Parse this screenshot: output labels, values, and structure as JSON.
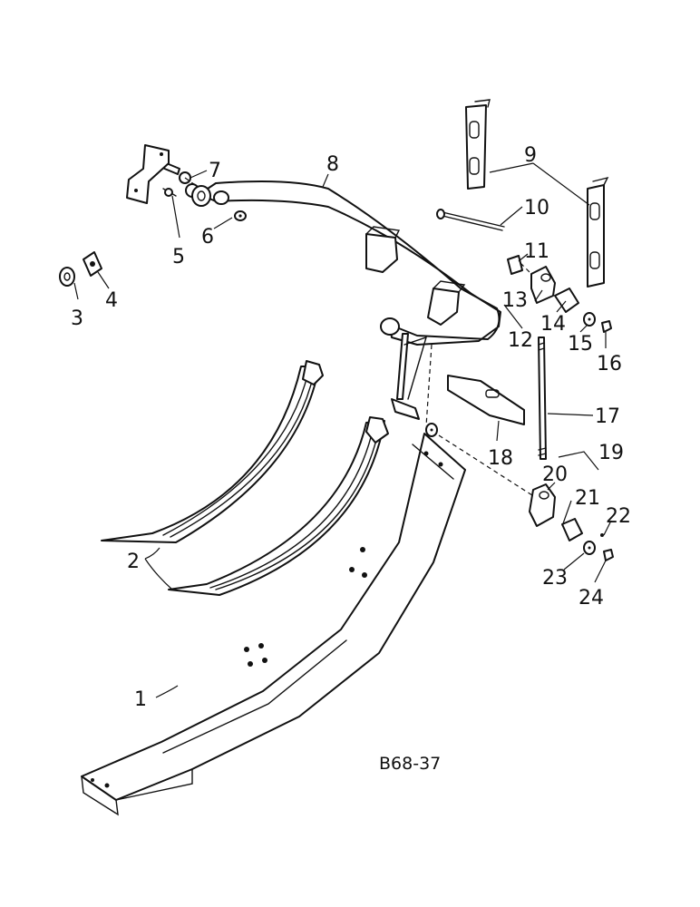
{
  "diagram_code": "B68-37",
  "callouts": [
    {
      "id": "1",
      "text": "1"
    },
    {
      "id": "2",
      "text": "2"
    },
    {
      "id": "3",
      "text": "3"
    },
    {
      "id": "4",
      "text": "4"
    },
    {
      "id": "5",
      "text": "5"
    },
    {
      "id": "6",
      "text": "6"
    },
    {
      "id": "7",
      "text": "7"
    },
    {
      "id": "8",
      "text": "8"
    },
    {
      "id": "9",
      "text": "9"
    },
    {
      "id": "10",
      "text": "10"
    },
    {
      "id": "11",
      "text": "11"
    },
    {
      "id": "12",
      "text": "12"
    },
    {
      "id": "13",
      "text": "13"
    },
    {
      "id": "14",
      "text": "14"
    },
    {
      "id": "15",
      "text": "15"
    },
    {
      "id": "16",
      "text": "16"
    },
    {
      "id": "17",
      "text": "17"
    },
    {
      "id": "18",
      "text": "18"
    },
    {
      "id": "19",
      "text": "19"
    },
    {
      "id": "20",
      "text": "20"
    },
    {
      "id": "21",
      "text": "21"
    },
    {
      "id": "22",
      "text": "22"
    },
    {
      "id": "23",
      "text": "23"
    },
    {
      "id": "24",
      "text": "24"
    }
  ]
}
